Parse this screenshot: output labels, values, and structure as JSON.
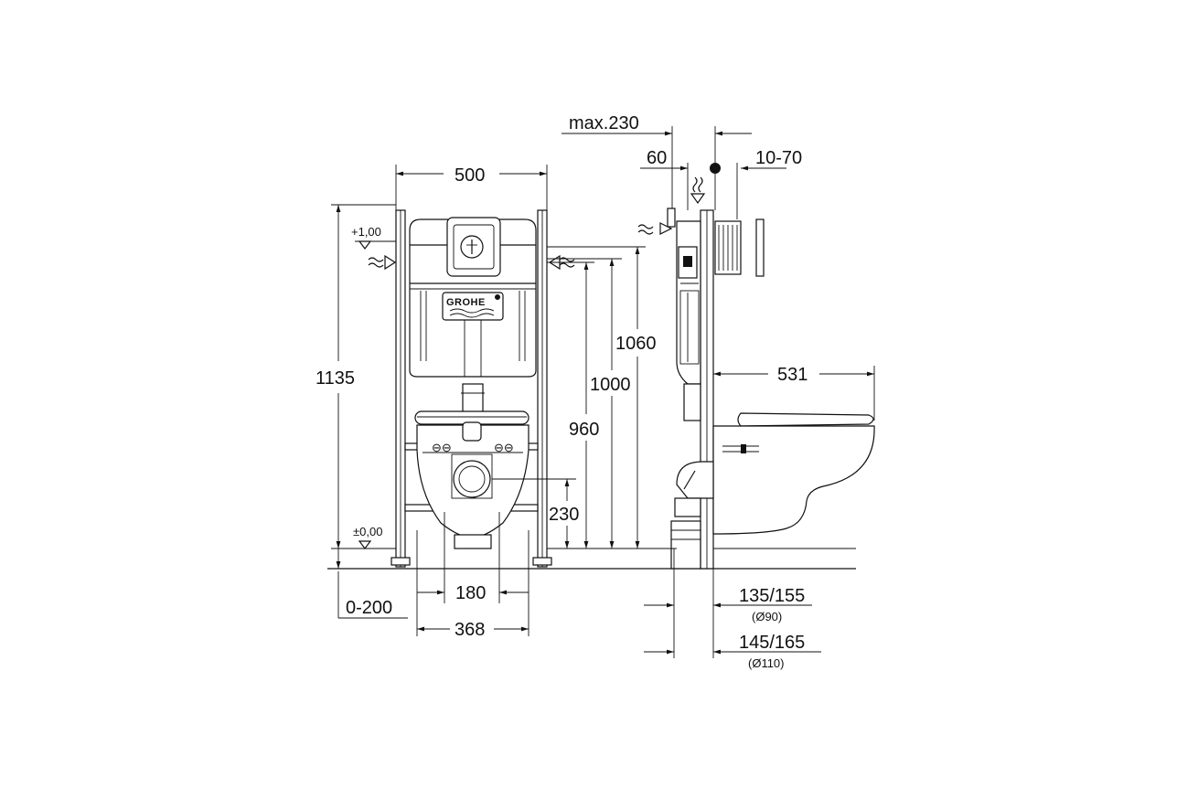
{
  "brand": {
    "logo_text": "GROHE"
  },
  "front_view": {
    "level_top": "+1,00",
    "level_floor": "±0,00",
    "dims": {
      "width_frame": "500",
      "height_total": "1135",
      "height_1060": "1060",
      "height_1000": "1000",
      "height_960": "960",
      "height_230": "230",
      "width_180": "180",
      "width_368": "368",
      "offset_0_200": "0-200"
    }
  },
  "side_view": {
    "dims": {
      "max_230": "max.230",
      "depth_60": "60",
      "wall_10_70": "10-70",
      "projection_531": "531",
      "pipe_135_155": "135/155",
      "pipe_d90": "(Ø90)",
      "pipe_145_165": "145/165",
      "pipe_d110": "(Ø110)"
    }
  }
}
